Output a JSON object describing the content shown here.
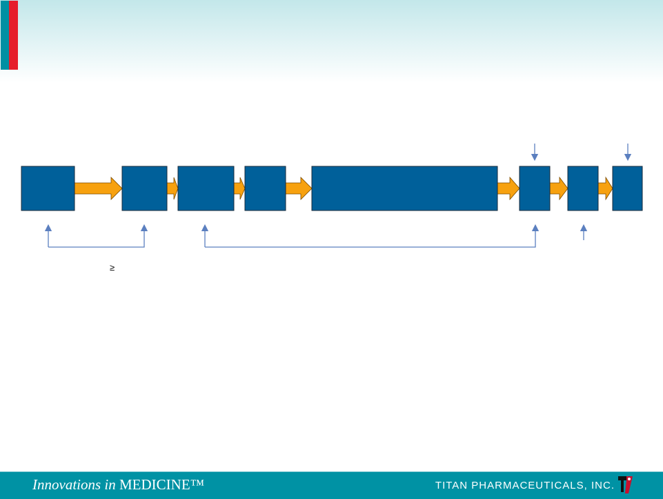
{
  "footer": {
    "tagline_italic": "Innovations in",
    "tagline_caps": "MEDICINE™",
    "company": "TITAN PHARMACEUTICALS, INC."
  },
  "annotation": {
    "symbol": "≥"
  },
  "colors": {
    "box": "#00609a",
    "arrow": "#f7a10f",
    "connector": "#5b7fbf",
    "footer": "#0092a4",
    "accent_red": "#e61e2b"
  }
}
